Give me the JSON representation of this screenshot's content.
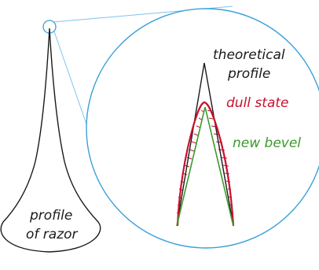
{
  "labels": {
    "profile_of_razor": [
      "profile",
      "of razor"
    ],
    "theoretical_profile": [
      "theoretical",
      "profile"
    ],
    "dull_state": "dull state",
    "new_bevel": "new bevel"
  },
  "colors": {
    "outline": "#1a1a1a",
    "circle": "#3aa0d8",
    "dull_state": "#c8102e",
    "new_bevel": "#3a9a2a"
  }
}
